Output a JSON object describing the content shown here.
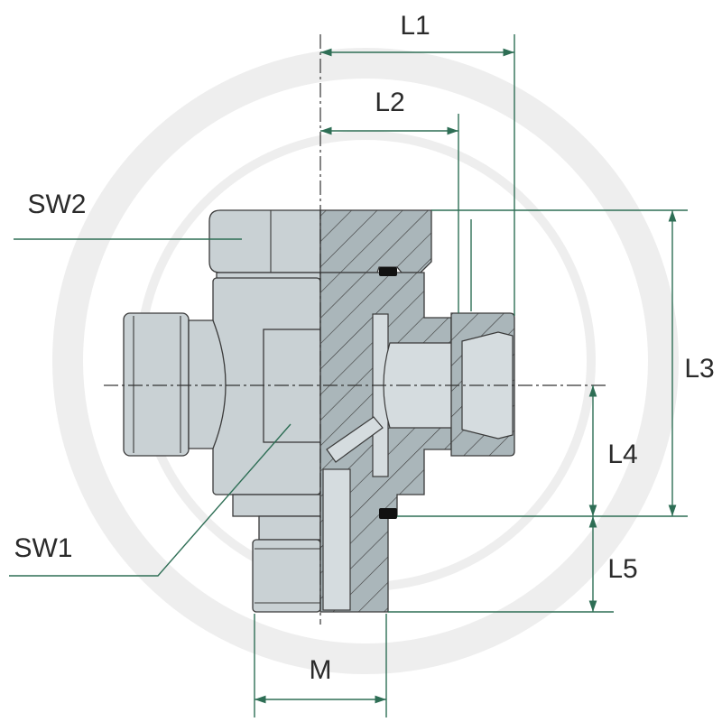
{
  "labels": {
    "L1": "L1",
    "L2": "L2",
    "L3": "L3",
    "L4": "L4",
    "L5": "L5",
    "SW1": "SW1",
    "SW2": "SW2",
    "M": "M"
  },
  "colors": {
    "dimension_line": "#2e6e55",
    "exterior_fill": "#c9d1d4",
    "section_fill": "#aab6ba",
    "outline": "#3a3a3a",
    "oring": "#111111",
    "watermark": "#eeeeee"
  }
}
